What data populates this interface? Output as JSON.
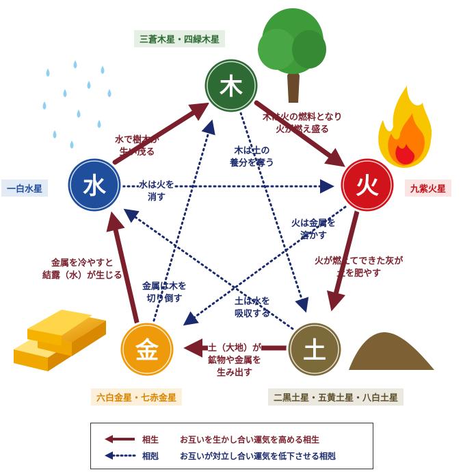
{
  "colors": {
    "generating": "#7a1f2b",
    "overcoming": "#1a2a6c",
    "wood": "#2e6b34",
    "fire": "#d1141b",
    "earth": "#7d6a3a",
    "metal": "#ef9a0b",
    "water": "#1f4f9c"
  },
  "elements": {
    "wood": {
      "char": "木",
      "stars": "三蒼木星・四緑木星"
    },
    "fire": {
      "char": "火",
      "stars": "九紫火星"
    },
    "earth": {
      "char": "土",
      "stars": "二黒土星・五黄土星・八白土星"
    },
    "metal": {
      "char": "金",
      "stars": "六白金星・七赤金星"
    },
    "water": {
      "char": "水",
      "stars": "一白水星"
    }
  },
  "relations": {
    "water_wood": [
      "水で樹木が",
      "生い茂る"
    ],
    "wood_fire": [
      "木は火の燃料となり",
      "火が燃え盛る"
    ],
    "fire_earth": [
      "火が燃えてできた灰が",
      "土を肥やす"
    ],
    "earth_metal": [
      "土（大地）が",
      "鉱物や金属を",
      "生み出す"
    ],
    "metal_water": [
      "金属を冷やすと",
      "結露（水）が生じる"
    ],
    "wood_earth": [
      "木は土の",
      "養分を奪う"
    ],
    "water_fire": [
      "水は火を",
      "消す"
    ],
    "fire_metal": [
      "火は金属を",
      "溶かす"
    ],
    "metal_wood": [
      "金属は木を",
      "切り倒す"
    ],
    "earth_water": [
      "土は水を",
      "吸収する"
    ]
  },
  "legend": {
    "generating": {
      "name": "相生",
      "desc": "お互いを生かし合い運気を高める相生"
    },
    "overcoming": {
      "name": "相剋",
      "desc": "お互いが対立し合い運気を低下させる相剋"
    }
  }
}
